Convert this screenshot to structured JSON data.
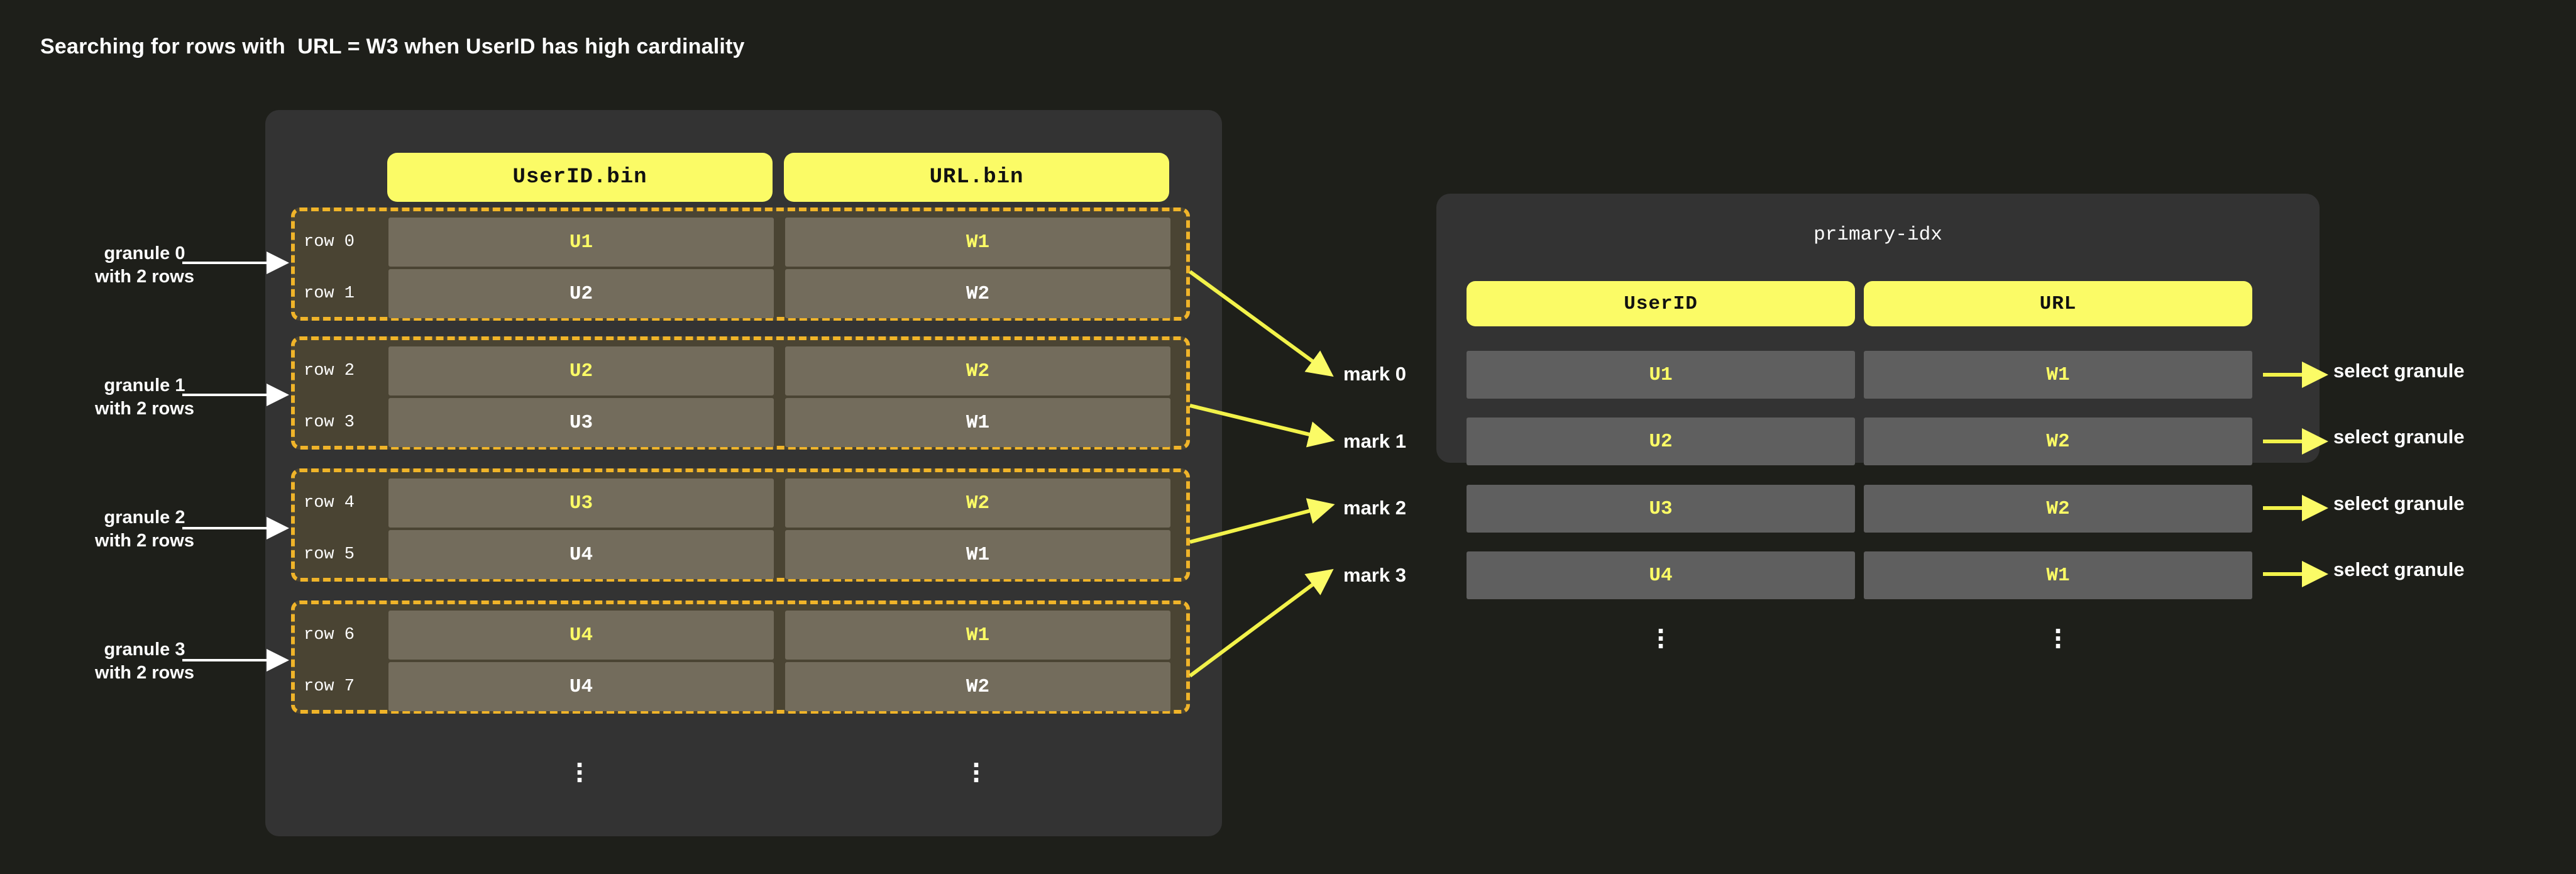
{
  "page": {
    "title": "Searching for rows with  URL = W3 when UserID has high cardinality",
    "background_color": "#1e1f1a",
    "panel_color": "#333333",
    "accent_yellow": "#fbfb66",
    "granule_border_color": "#f0b429",
    "granule_fill_color": "#4a4433",
    "cell_color": "#736c5c",
    "index_cell_color": "#5f5f5f"
  },
  "parts_panel": {
    "columns": [
      {
        "label": "UserID.bin"
      },
      {
        "label": "URL.bin"
      }
    ],
    "rows": [
      {
        "row_label": "row 0",
        "userid": "U1",
        "url": "W1",
        "highlighted": true
      },
      {
        "row_label": "row 1",
        "userid": "U2",
        "url": "W2",
        "highlighted": false
      },
      {
        "row_label": "row 2",
        "userid": "U2",
        "url": "W2",
        "highlighted": true
      },
      {
        "row_label": "row 3",
        "userid": "U3",
        "url": "W1",
        "highlighted": false
      },
      {
        "row_label": "row 4",
        "userid": "U3",
        "url": "W2",
        "highlighted": true
      },
      {
        "row_label": "row 5",
        "userid": "U4",
        "url": "W1",
        "highlighted": false
      },
      {
        "row_label": "row 6",
        "userid": "U4",
        "url": "W1",
        "highlighted": true
      },
      {
        "row_label": "row 7",
        "userid": "U4",
        "url": "W2",
        "highlighted": false
      }
    ],
    "ellipsis": "⋮"
  },
  "granule_callouts": [
    {
      "line1": "granule 0",
      "line2": "with 2 rows"
    },
    {
      "line1": "granule 1",
      "line2": "with 2 rows"
    },
    {
      "line1": "granule 2",
      "line2": "with 2 rows"
    },
    {
      "line1": "granule 3",
      "line2": "with 2 rows"
    }
  ],
  "marks": [
    {
      "label": "mark 0"
    },
    {
      "label": "mark 1"
    },
    {
      "label": "mark 2"
    },
    {
      "label": "mark 3"
    }
  ],
  "primary_index": {
    "title": "primary-idx",
    "columns": [
      {
        "label": "UserID"
      },
      {
        "label": "URL"
      }
    ],
    "rows": [
      {
        "userid": "U1",
        "url": "W1"
      },
      {
        "userid": "U2",
        "url": "W2"
      },
      {
        "userid": "U3",
        "url": "W2"
      },
      {
        "userid": "U4",
        "url": "W1"
      }
    ],
    "ellipsis": "⋮"
  },
  "select_labels": [
    {
      "label": "select granule"
    },
    {
      "label": "select granule"
    },
    {
      "label": "select granule"
    },
    {
      "label": "select granule"
    }
  ]
}
